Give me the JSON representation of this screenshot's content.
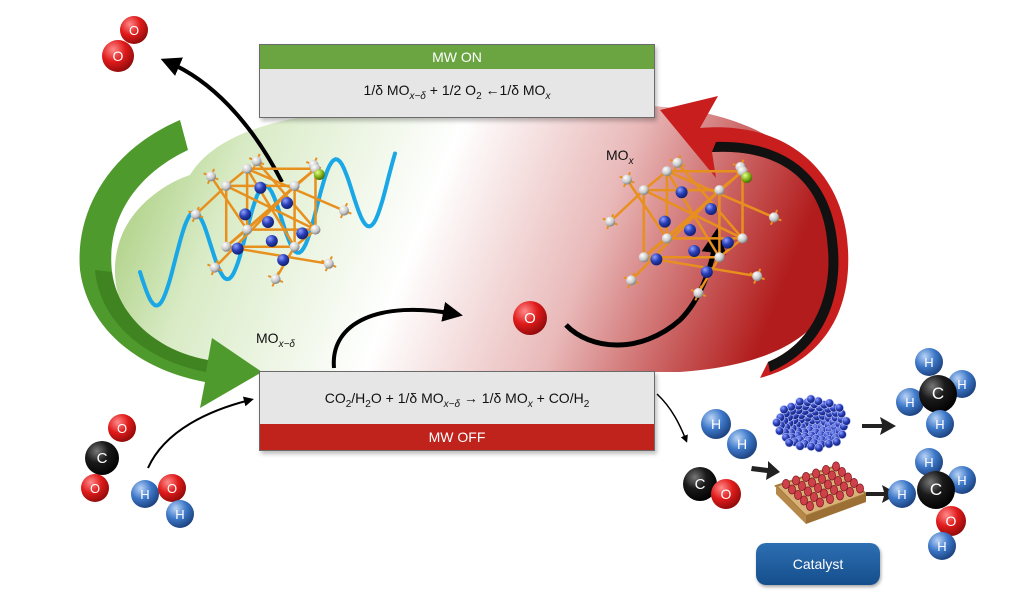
{
  "mw_on_box": {
    "header": "MW ON",
    "header_color": "#6aa542",
    "equation": {
      "a": "1/δ MO",
      "a_sub": "x−δ",
      "b": " + 1/2 O",
      "b_sub": "2",
      "c": " ←1/δ MO",
      "c_sub": "x"
    }
  },
  "mw_off_box": {
    "header": "MW OFF",
    "header_color": "#c0221c",
    "equation": {
      "a": "CO",
      "a_sub": "2",
      "b": "/H",
      "b_sub": "2",
      "c": "O + 1/δ MO",
      "c_sub": "x−δ",
      "d": " → 1/δ MO",
      "d_sub": "x",
      "e": " + CO/H",
      "e_sub": "2"
    }
  },
  "labels": {
    "mox": {
      "main": "MO",
      "sub": "x"
    },
    "mox_delta": {
      "main": "MO",
      "sub": "x−δ"
    },
    "catalyst": "Catalyst"
  },
  "atoms": {
    "oxygen": "O",
    "carbon": "C",
    "hydrogen": "H"
  },
  "colors": {
    "green_arrow": "#4f9a2c",
    "red_arrow": "#c81e1e",
    "oxygen": "#e01b1b",
    "carbon": "#111111",
    "hydrogen": "#3d78c9",
    "microwave": "#19a7e6",
    "lattice_bond": "#e8901e",
    "lattice_atom": "#2a3fb8"
  }
}
